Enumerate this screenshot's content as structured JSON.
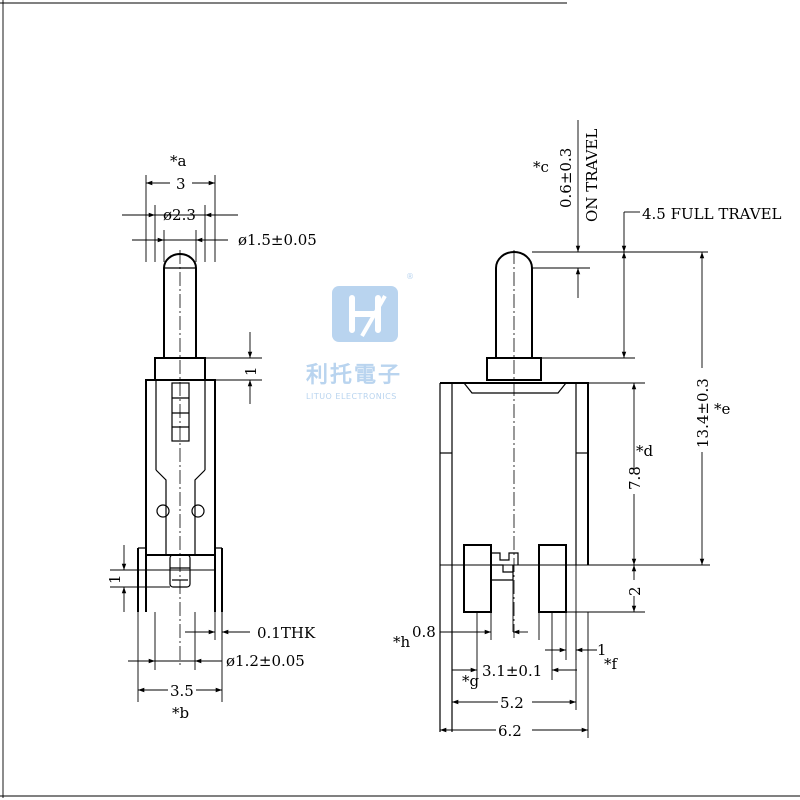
{
  "logo": {
    "cn": "利托電子",
    "en": "LITUO ELECTRONICS",
    "registered": "®",
    "color": "#b9d4ef"
  },
  "left_view": {
    "tag_a": "*a",
    "width_3": "3",
    "dia_2_3": "ø2.3",
    "dia_1_5": "ø1.5±0.05",
    "dim_1_top": "1",
    "dim_1_side": "1",
    "thk": "0.1THK",
    "dia_1_2": "ø1.2±0.05",
    "width_3_5": "3.5",
    "tag_b": "*b"
  },
  "right_view": {
    "tag_c": "*c",
    "travel_on": "0.6±0.3",
    "on_travel": "ON TRAVEL",
    "full_travel": "4.5  FULL TRAVEL",
    "height_13_4": "13.4±0.3",
    "tag_e": "*e",
    "height_7_8": "7.8",
    "tag_d": "*d",
    "dim_2": "2",
    "dim_0_8": "0.8",
    "tag_h": "*h",
    "dim_1": "1",
    "tag_f": "*f",
    "dim_3_1": "3.1±0.1",
    "tag_g": "*g",
    "width_5_2": "5.2",
    "width_6_2": "6.2"
  }
}
